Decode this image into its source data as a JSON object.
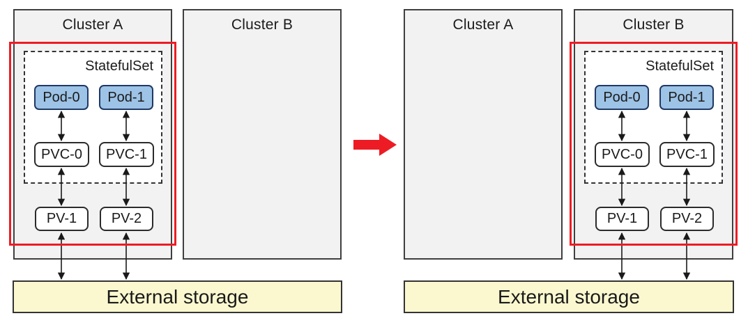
{
  "colors": {
    "background": "#ffffff",
    "text_color": "#1a1a1a",
    "cluster_fill": "#f2f2f2",
    "cluster_border": "#3f3f3f",
    "statefulset_fill": "#ffffff",
    "statefulset_border": "#333333",
    "pod_fill": "#9dc3e6",
    "pod_border": "#1f3864",
    "volume_fill": "#ffffff",
    "volume_border": "#2b2b2b",
    "storage_fill": "#fbf8d0",
    "storage_border": "#333333",
    "highlight_red": "#ed1c24",
    "arrow_black": "#1a1a1a"
  },
  "before": {
    "clusters": [
      {
        "label": "Cluster A"
      },
      {
        "label": "Cluster B"
      }
    ],
    "statefulset": {
      "label": "StatefulSet"
    },
    "pods": [
      {
        "label": "Pod-0"
      },
      {
        "label": "Pod-1"
      }
    ],
    "pvcs": [
      {
        "label": "PVC-0"
      },
      {
        "label": "PVC-1"
      }
    ],
    "pvs": [
      {
        "label": "PV-1"
      },
      {
        "label": "PV-2"
      }
    ],
    "storage": {
      "label": "External storage"
    }
  },
  "after": {
    "clusters": [
      {
        "label": "Cluster A"
      },
      {
        "label": "Cluster B"
      }
    ],
    "statefulset": {
      "label": "StatefulSet"
    },
    "pods": [
      {
        "label": "Pod-0"
      },
      {
        "label": "Pod-1"
      }
    ],
    "pvcs": [
      {
        "label": "PVC-0"
      },
      {
        "label": "PVC-1"
      }
    ],
    "pvs": [
      {
        "label": "PV-1"
      },
      {
        "label": "PV-2"
      }
    ],
    "storage": {
      "label": "External storage"
    }
  },
  "transition": {
    "icon": "red-arrow-right"
  }
}
